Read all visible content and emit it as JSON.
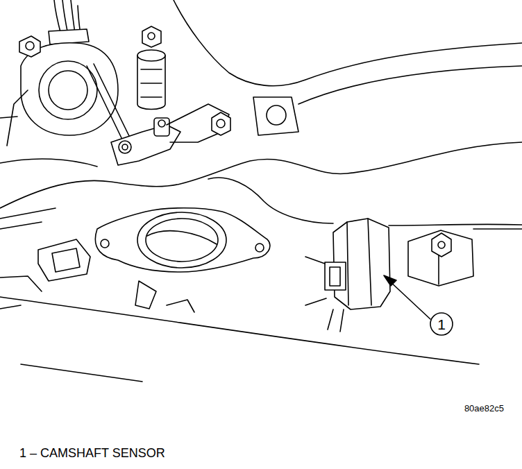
{
  "diagram": {
    "caption": "1 – CAMSHAFT SENSOR",
    "nodes": [
      {
        "text": [
          "1"
        ]
      }
    ],
    "labels": [
      "80ae82c5"
    ]
  }
}
